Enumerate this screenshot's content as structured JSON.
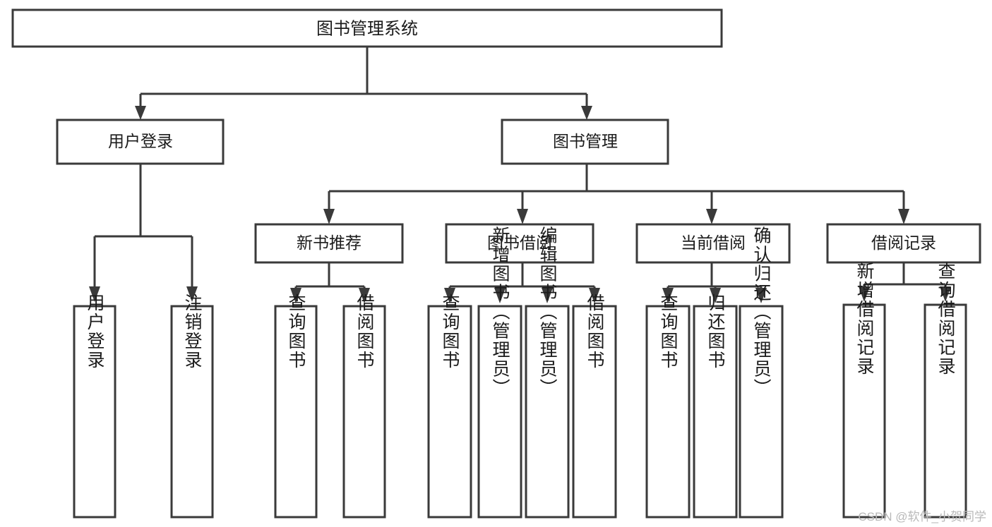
{
  "diagram": {
    "title": "图书管理系统",
    "type": "tree-hierarchy",
    "root": {
      "id": "root",
      "label": "图书管理系统"
    },
    "level2": [
      {
        "id": "user-login",
        "label": "用户登录"
      },
      {
        "id": "book-management",
        "label": "图书管理"
      }
    ],
    "level3": [
      {
        "id": "new-book-recommend",
        "label": "新书推荐",
        "parent": "book-management"
      },
      {
        "id": "book-borrow",
        "label": "图书借阅",
        "parent": "book-management"
      },
      {
        "id": "current-borrow",
        "label": "当前借阅",
        "parent": "book-management"
      },
      {
        "id": "borrow-record",
        "label": "借阅记录",
        "parent": "book-management"
      }
    ],
    "leaves": [
      {
        "id": "leaf-user-login",
        "label": "用户登录",
        "parent": "user-login"
      },
      {
        "id": "leaf-logout-login",
        "label": "注销登录",
        "parent": "user-login"
      },
      {
        "id": "leaf-query-book-1",
        "label": "查询图书",
        "parent": "new-book-recommend"
      },
      {
        "id": "leaf-borrow-book-1",
        "label": "借阅图书",
        "parent": "new-book-recommend"
      },
      {
        "id": "leaf-query-book-2",
        "label": "查询图书",
        "parent": "book-borrow"
      },
      {
        "id": "leaf-add-book",
        "label": "新增图书（管理员）",
        "parent": "book-borrow"
      },
      {
        "id": "leaf-edit-book",
        "label": "编辑图书（管理员）",
        "parent": "book-borrow"
      },
      {
        "id": "leaf-borrow-book-2",
        "label": "借阅图书",
        "parent": "book-borrow"
      },
      {
        "id": "leaf-query-book-3",
        "label": "查询图书",
        "parent": "current-borrow"
      },
      {
        "id": "leaf-return-book",
        "label": "归还图书",
        "parent": "current-borrow"
      },
      {
        "id": "leaf-confirm-return",
        "label": "确认归还（管理员）",
        "parent": "current-borrow"
      },
      {
        "id": "leaf-add-record",
        "label": "新增借阅记录",
        "parent": "borrow-record"
      },
      {
        "id": "leaf-query-record",
        "label": "查询借阅记录",
        "parent": "borrow-record"
      }
    ],
    "colors": {
      "box_stroke": "#3a3a3a",
      "box_fill": "#ffffff",
      "text": "#1b1b1b",
      "connector": "#3a3a3a",
      "watermark": "#b9b9b9"
    }
  },
  "watermark": {
    "text": "CSDN @软件_小贺同学"
  }
}
